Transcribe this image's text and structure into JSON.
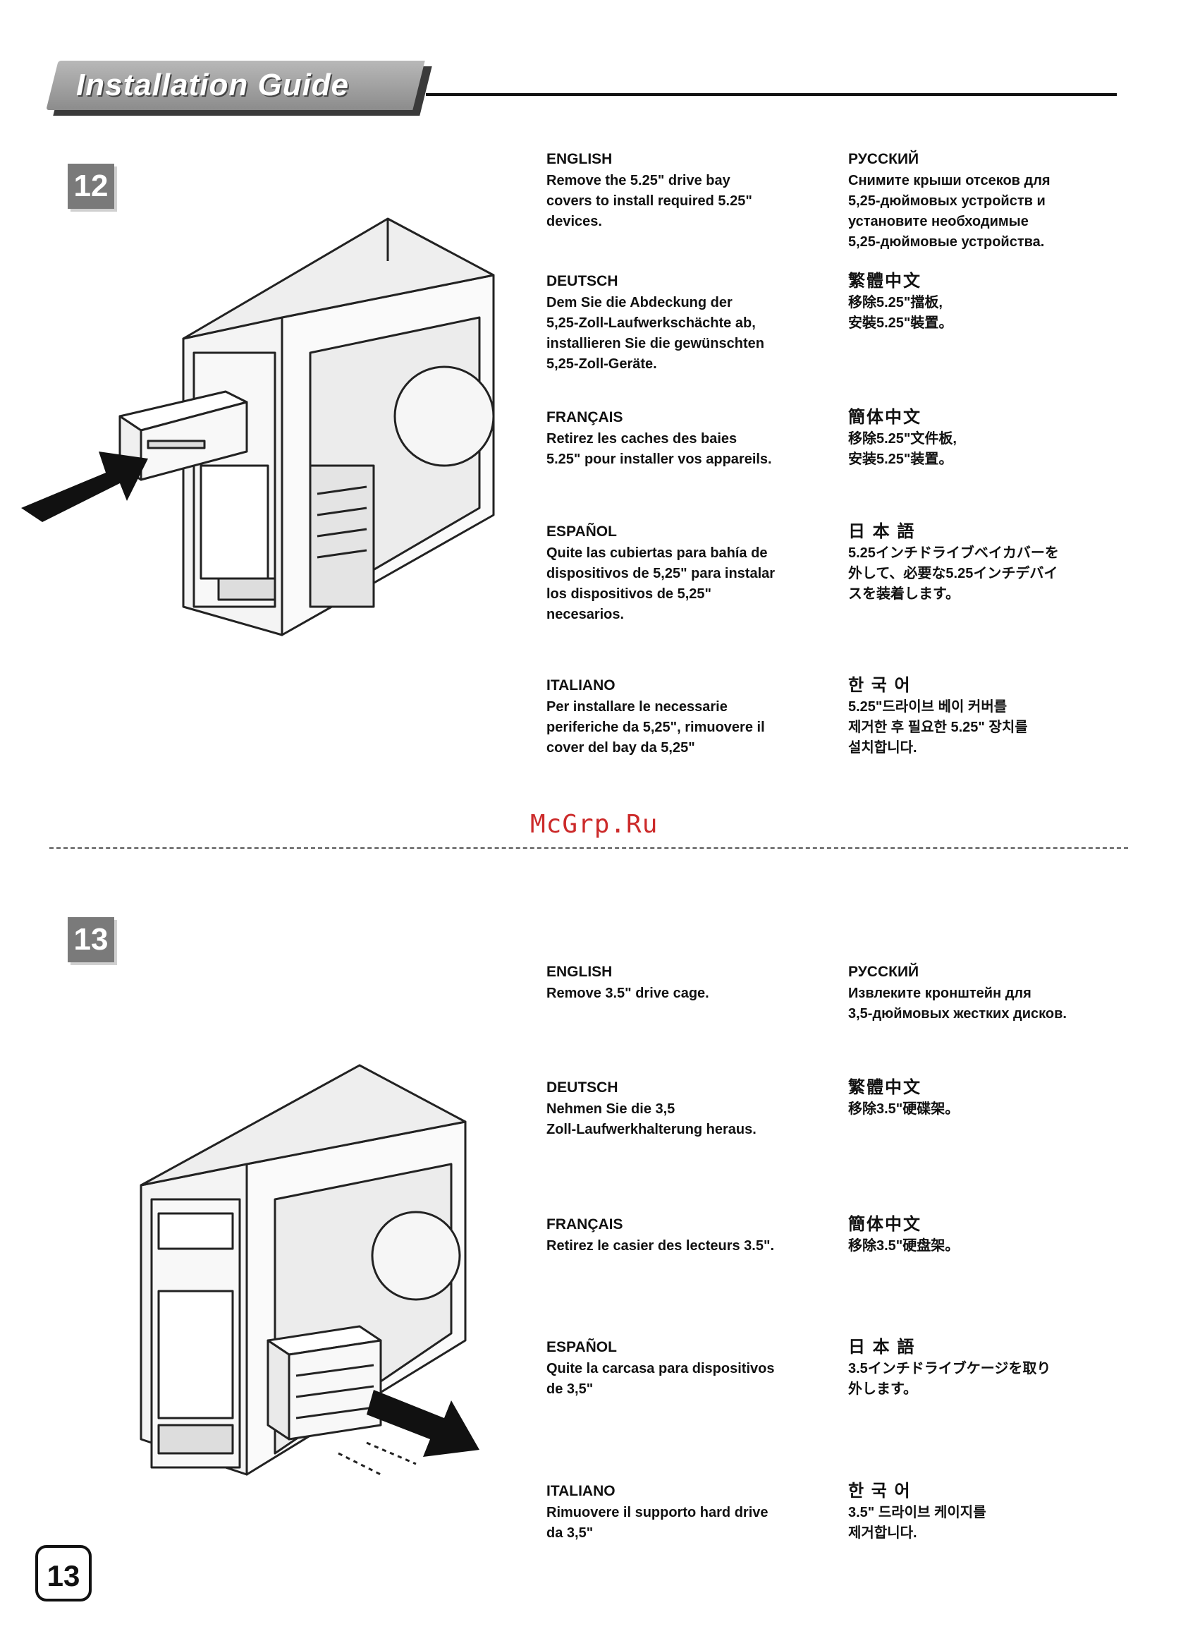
{
  "header": {
    "title": "Installation Guide"
  },
  "watermark": "McGrp.Ru",
  "page_number": "13",
  "steps": [
    {
      "number": "12",
      "blocks": [
        {
          "title": "ENGLISH",
          "body": "Remove the 5.25\" drive bay\ncovers to install required 5.25\"\ndevices."
        },
        {
          "title": "РУССКИЙ",
          "body": "Снимите крыши отсеков для\n5,25-дюймовых устройств и\nустановите необходимые\n5,25-дюймовые устройства."
        },
        {
          "title": "DEUTSCH",
          "body": "Dem Sie die Abdeckung der\n5,25-Zoll-Laufwerkschächte ab,\ninstallieren Sie die gewünschten\n5,25-Zoll-Geräte."
        },
        {
          "title": "繁體中文",
          "body": "移除5.25\"擋板,\n安裝5.25\"裝置。"
        },
        {
          "title": "FRANÇAIS",
          "body": "Retirez les caches des baies\n5.25\" pour installer vos appareils."
        },
        {
          "title": "簡体中文",
          "body": "移除5.25\"文件板,\n安装5.25\"装置。"
        },
        {
          "title": "ESPAÑOL",
          "body": "Quite las cubiertas para bahía de\ndispositivos de 5,25\" para instalar\nlos dispositivos de 5,25\"\nnecesarios."
        },
        {
          "title": "日 本 語",
          "body": "5.25インチドライブベイカバーを\n外して、必要な5.25インチデバイ\nスを装着します。"
        },
        {
          "title": "ITALIANO",
          "body": "Per installare le necessarie\nperiferiche da 5,25\", rimuovere il\ncover del bay da 5,25\""
        },
        {
          "title": "한 국 어",
          "body": "5.25\"드라이브 베이 커버를\n제거한 후 필요한 5.25\" 장치를\n설치합니다."
        }
      ]
    },
    {
      "number": "13",
      "blocks": [
        {
          "title": "ENGLISH",
          "body": "Remove 3.5\" drive cage."
        },
        {
          "title": "РУССКИЙ",
          "body": "Извлеките кронштейн для\n3,5-дюймовых жестких дисков."
        },
        {
          "title": "DEUTSCH",
          "body": "Nehmen Sie die 3,5\nZoll-Laufwerkhalterung heraus."
        },
        {
          "title": "繁體中文",
          "body": "移除3.5\"硬碟架。"
        },
        {
          "title": "FRANÇAIS",
          "body": "Retirez le casier des lecteurs 3.5\"."
        },
        {
          "title": "簡体中文",
          "body": "移除3.5\"硬盘架。"
        },
        {
          "title": "ESPAÑOL",
          "body": "Quite la carcasa para dispositivos\nde 3,5\""
        },
        {
          "title": "日 本 語",
          "body": "3.5インチドライブケージを取り\n外します。"
        },
        {
          "title": "ITALIANO",
          "body": "Rimuovere il supporto hard drive\nda 3,5\""
        },
        {
          "title": "한 국 어",
          "body": "3.5\" 드라이브 케이지를\n제거합니다."
        }
      ]
    }
  ]
}
